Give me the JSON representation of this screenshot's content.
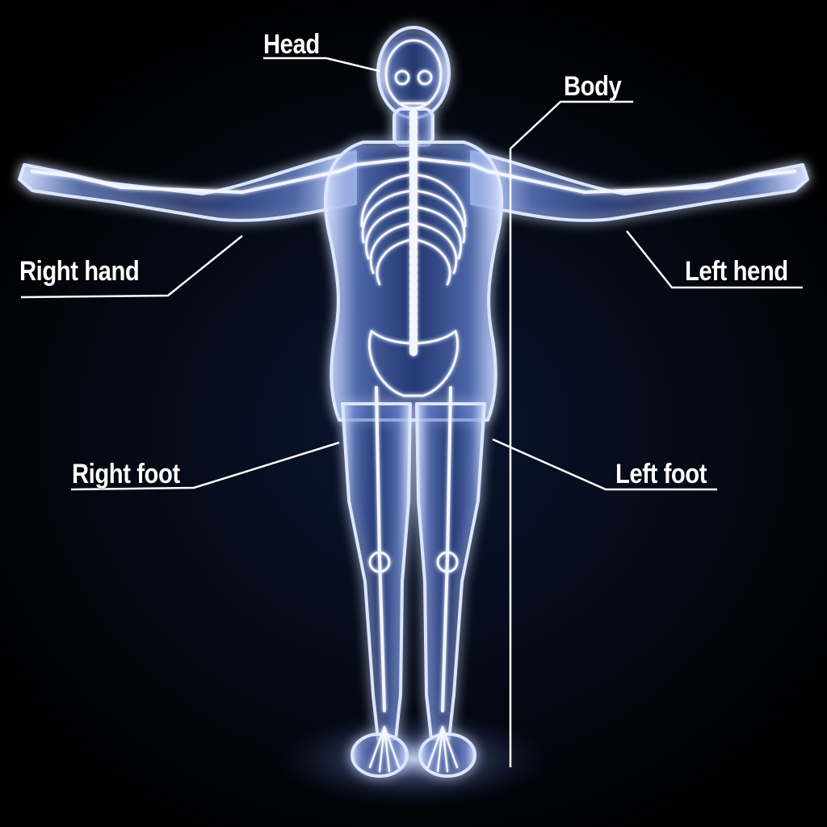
{
  "labels": {
    "head": "Head",
    "body": "Body",
    "right_hand": "Right hand",
    "left_hand": "Left hend",
    "right_foot": "Right foot",
    "left_foot": "Left foot"
  },
  "colors": {
    "background": "#000000",
    "figure_glow": "#9fb8ff",
    "bone": "#e8f0ff",
    "label_text": "#ffffff",
    "leader_line": "#ffffff"
  }
}
